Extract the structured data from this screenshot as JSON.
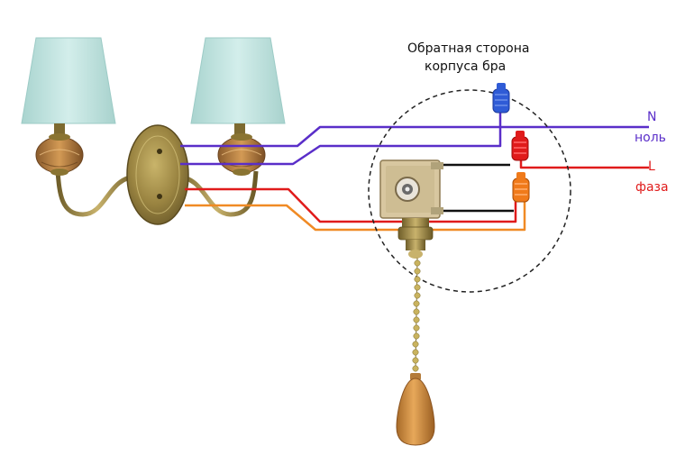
{
  "caption": {
    "line1": "Обратная сторона",
    "line2": "корпуса бра"
  },
  "terminals": {
    "neutral": {
      "letter": "N",
      "word": "ноль",
      "color": "#5a2ec9"
    },
    "phase": {
      "letter": "L",
      "word": "фаза",
      "color": "#e01b1b"
    }
  },
  "colors": {
    "neutral_wire": "#5a2ec9",
    "phase_wire": "#e01b1b",
    "lamp_wire": "#f08a24",
    "switch_wire": "#111111",
    "shade": "#bfe3df",
    "brass": "#9c8a45",
    "wood": "#c88b3a"
  }
}
